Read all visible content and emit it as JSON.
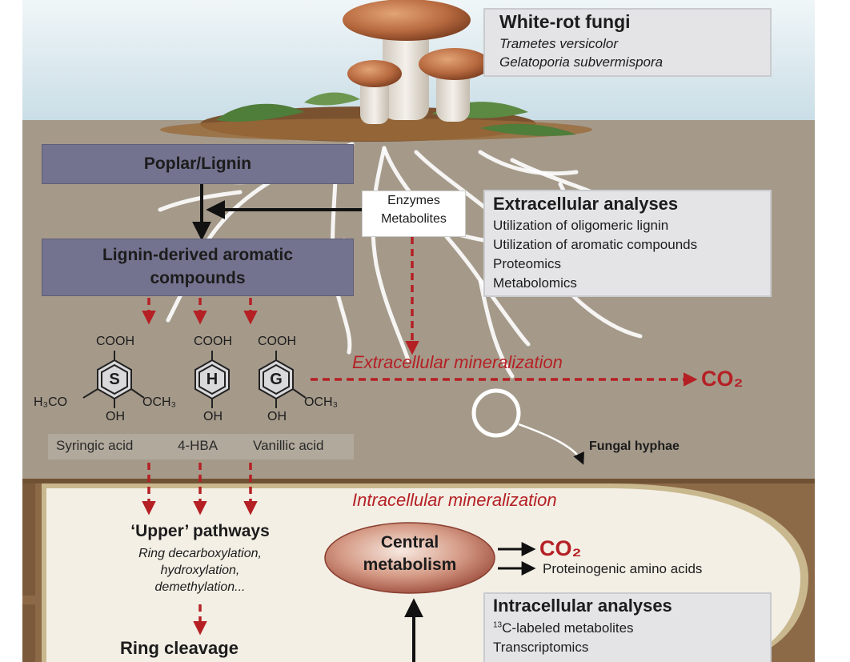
{
  "colors": {
    "sky": "#d7e6ec",
    "soil": "#a59a8a",
    "inner_bg": "#f3efe5",
    "box_gray": "#e4e4e7",
    "box_purple": "#737390",
    "accent_red": "#b52025",
    "hyphae": "#ffffff"
  },
  "top_box": {
    "title": "White-rot fungi",
    "lines": [
      "Trametes versicolor",
      "Gelatoporia subvermispora"
    ]
  },
  "poplar_label": "Poplar/Lignin",
  "lignin_label_1": "Lignin-derived aromatic",
  "lignin_label_2": "compounds",
  "enzymes_1": "Enzymes",
  "enzymes_2": "Metabolites",
  "extra_box": {
    "title": "Extracellular analyses",
    "lines": [
      "Utilization of oligomeric lignin",
      "Utilization of aromatic compounds",
      "Proteomics",
      "Metabolomics"
    ]
  },
  "molecules": {
    "cooh": "COOH",
    "oh": "OH",
    "s": "S",
    "h": "H",
    "g": "G",
    "h3co": "H₃CO",
    "och3": "OCH₃"
  },
  "compound_names": [
    "Syringic acid",
    "4-HBA",
    "Vanillic acid"
  ],
  "extra_min_label": "Extracellular mineralization",
  "co2_label": "CO₂",
  "hyphae_label": "Fungal hyphae",
  "intra_min_label": "Intracellular mineralization",
  "upper": {
    "title": "‘Upper’ pathways",
    "lines": [
      "Ring decarboxylation,",
      "hydroxylation,",
      "demethylation..."
    ]
  },
  "ring_cleavage": "Ring cleavage",
  "central_1": "Central",
  "central_2": "metabolism",
  "proteinogenic": "Proteinogenic amino acids",
  "intra_box": {
    "title": "Intracellular analyses",
    "line1_sup": "13",
    "line1_rest": "C-labeled metabolites",
    "line2": "Transcriptomics"
  }
}
